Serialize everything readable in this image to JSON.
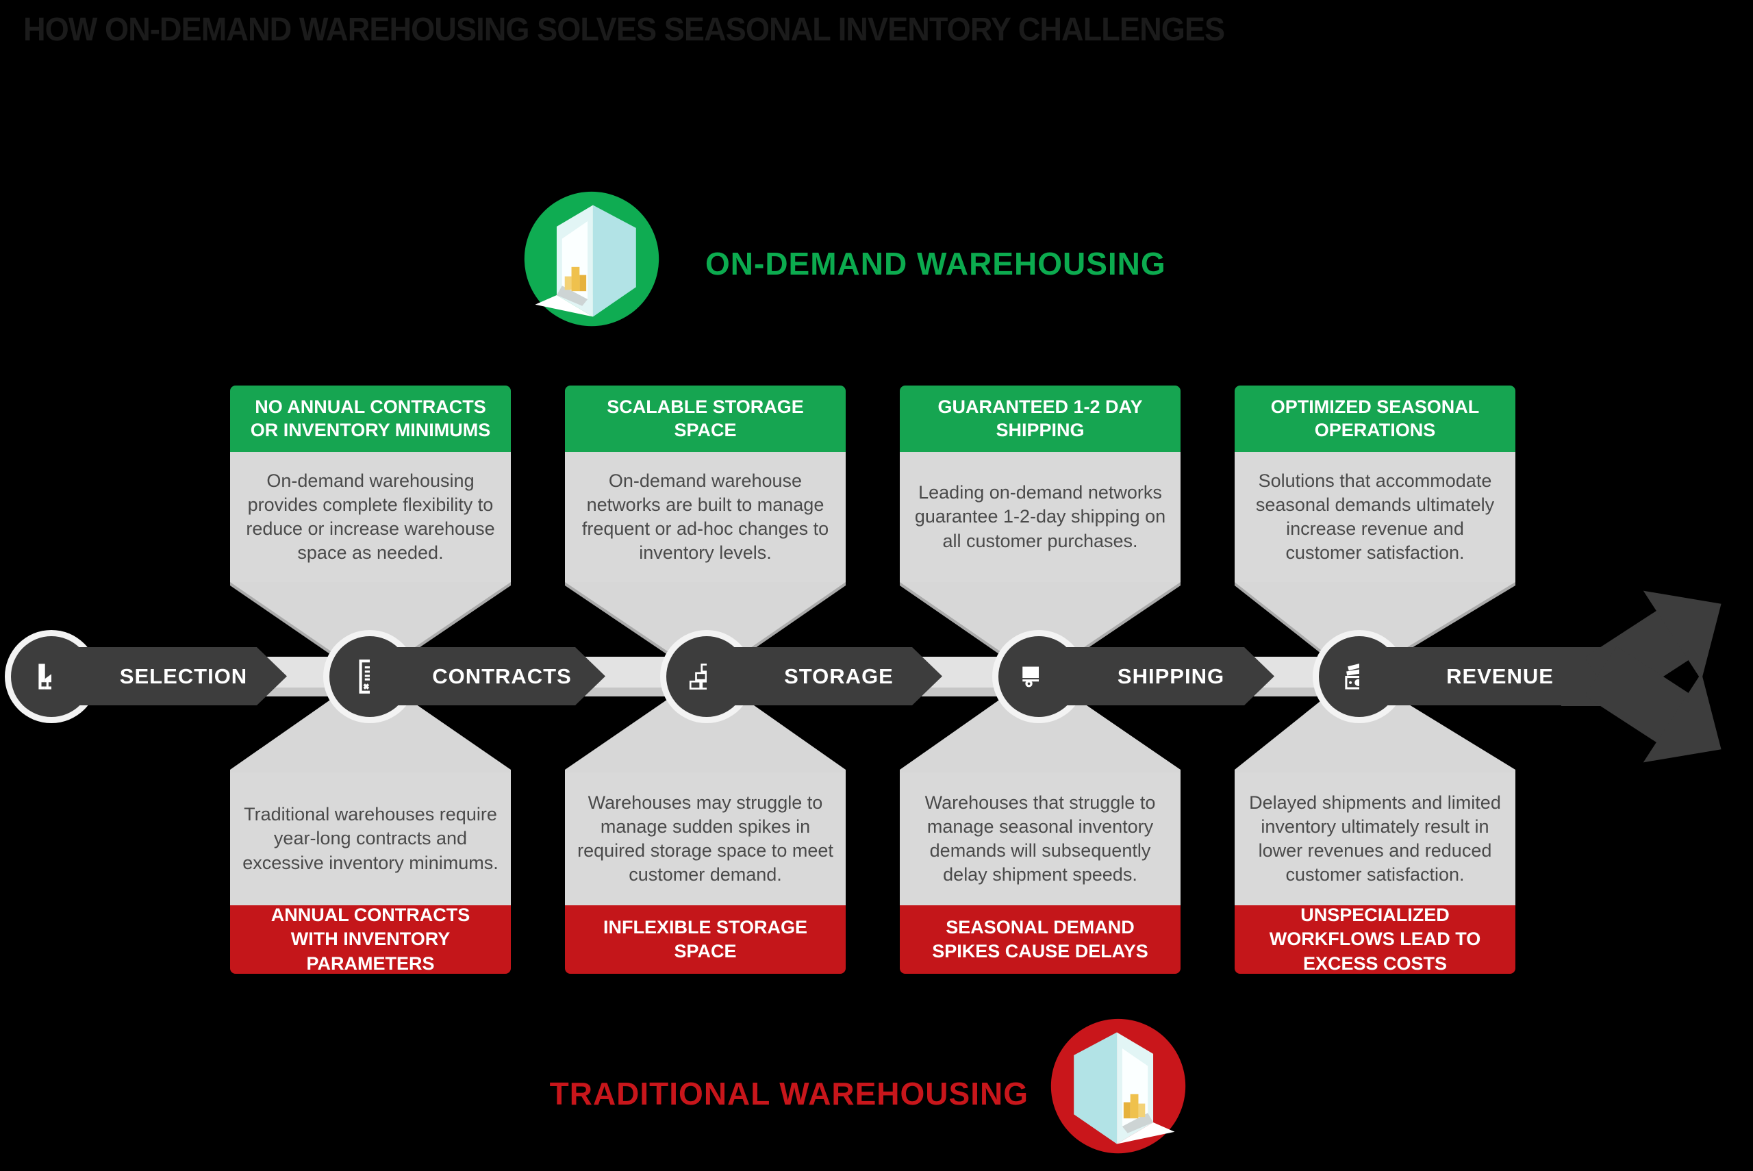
{
  "title": "HOW ON-DEMAND WAREHOUSING SOLVES SEASONAL INVENTORY CHALLENGES",
  "legend_top": {
    "label": "ON-DEMAND WAREHOUSING",
    "icon": "warehouse-green-icon"
  },
  "legend_bottom": {
    "label": "TRADITIONAL WAREHOUSING",
    "icon": "warehouse-red-icon"
  },
  "colors": {
    "green": "#16A551",
    "green-bright": "#0CAB4F",
    "red": "#C4161A",
    "red-bright": "#C8161B",
    "dark": "#3D3D3D",
    "card": "#D9D9D9",
    "band": "#DFDFDF",
    "body-text": "#4A4A4A",
    "title": "#1B1B1B"
  },
  "stages": [
    {
      "name": "SELECTION",
      "icon": "factory-icon"
    },
    {
      "name": "CONTRACTS",
      "icon": "contract-icon",
      "top": {
        "header": "NO ANNUAL CONTRACTS OR INVENTORY MINIMUMS",
        "body": "On-demand warehousing provides complete flexibility to reduce or increase warehouse space as needed."
      },
      "bottom": {
        "body": "Traditional warehouses require year-long contracts and excessive inventory minimums.",
        "footer": "ANNUAL CONTRACTS WITH INVENTORY PARAMETERS"
      }
    },
    {
      "name": "STORAGE",
      "icon": "storage-boxes-icon",
      "top": {
        "header": "SCALABLE STORAGE SPACE",
        "body": "On-demand warehouse networks are built to manage frequent or ad-hoc changes to inventory levels."
      },
      "bottom": {
        "body": "Warehouses may struggle to manage sudden spikes in required storage space to meet customer demand.",
        "footer": "INFLEXIBLE STORAGE SPACE"
      }
    },
    {
      "name": "SHIPPING",
      "icon": "truck-icon",
      "top": {
        "header": "GUARANTEED 1-2 DAY SHIPPING",
        "body": "Leading on-demand networks guarantee 1-2-day shipping on all customer purchases."
      },
      "bottom": {
        "body": "Warehouses that struggle to manage seasonal inventory demands will subsequently delay shipment speeds.",
        "footer": "SEASONAL DEMAND SPIKES CAUSE DELAYS"
      }
    },
    {
      "name": "REVENUE",
      "icon": "money-icon",
      "top": {
        "header": "OPTIMIZED SEASONAL OPERATIONS",
        "body": "Solutions that accommodate seasonal demands ultimately increase revenue and customer satisfaction."
      },
      "bottom": {
        "body": "Delayed shipments and limited inventory ultimately result in lower revenues and reduced customer satisfaction.",
        "footer": "UNSPECIALIZED WORKFLOWS LEAD TO EXCESS COSTS"
      }
    }
  ]
}
